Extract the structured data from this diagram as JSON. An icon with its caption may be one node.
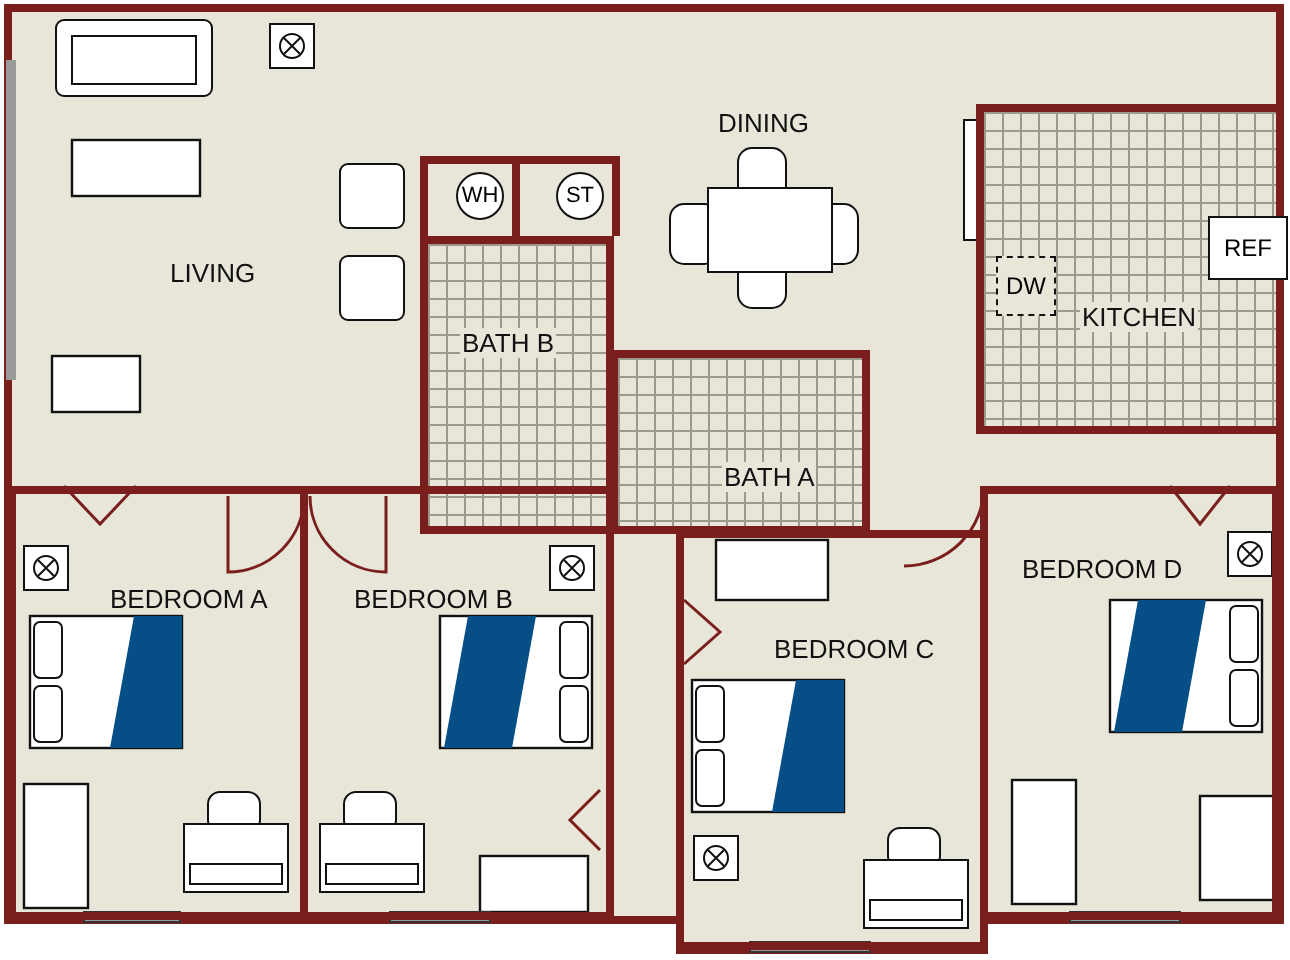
{
  "diagram": {
    "nodes": [
      {
        "text": [
          "LIVING"
        ]
      },
      {
        "text": [
          "DINING"
        ]
      },
      {
        "text": [
          "WH"
        ]
      },
      {
        "text": [
          "ST"
        ]
      },
      {
        "text": [
          "BATH B"
        ]
      },
      {
        "text": [
          "BATH A"
        ]
      },
      {
        "text": [
          "KITCHEN"
        ]
      },
      {
        "text": [
          "DW"
        ],
        "in": 6
      },
      {
        "text": [
          "REF"
        ],
        "in": 6
      },
      {
        "text": [
          "BEDROOM A"
        ]
      },
      {
        "text": [
          "BEDROOM B"
        ]
      },
      {
        "text": [
          "BEDROOM C"
        ]
      },
      {
        "text": [
          "BEDROOM D"
        ]
      }
    ]
  }
}
